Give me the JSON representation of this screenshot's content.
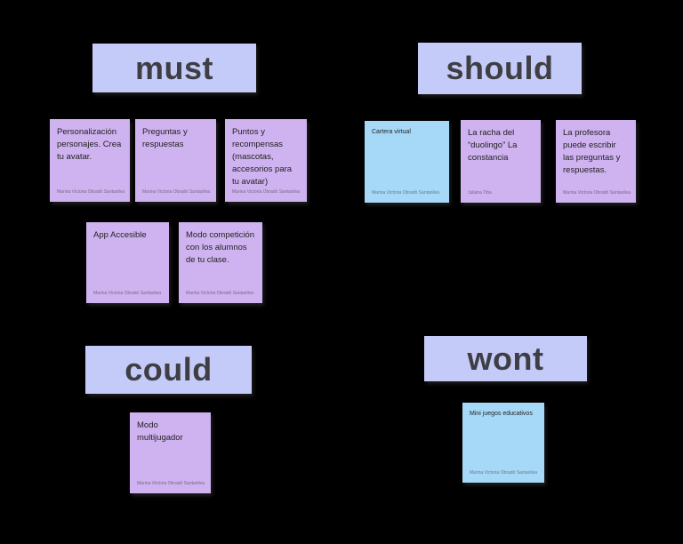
{
  "board": {
    "background_color": "#000000",
    "colors": {
      "header_bg": "#c5cbf8",
      "header_text": "#3e3e44",
      "purple_note": "#cfb3f0",
      "blue_note": "#a6d9f8",
      "note_text": "#1f1f1f",
      "author_text": "#77778a"
    }
  },
  "sections": [
    {
      "label": "must",
      "notes": [
        {
          "text": "Personalización personajes. Crea tu avatar.",
          "author": "Marina Victoria Obradó Santaoliva",
          "color": "purple"
        },
        {
          "text": "Preguntas y respuestas",
          "author": "Marina Victoria Obradó Santaoliva",
          "color": "purple"
        },
        {
          "text": "Puntos y recompensas (mascotas, accesorios para tu avatar)",
          "author": "Marina Victoria Obradó Santaoliva",
          "color": "purple"
        },
        {
          "text": "App Accesible",
          "author": "Marina Victoria Obradó Santaoliva",
          "color": "purple"
        },
        {
          "text": "Modo competición con los alumnos de tu clase.",
          "author": "Marina Victoria Obradó Santaoliva",
          "color": "purple"
        }
      ]
    },
    {
      "label": "should",
      "notes": [
        {
          "text": "Cartera virtual",
          "author": "Marina Victoria Obradó Santaoliva",
          "color": "blue"
        },
        {
          "text": "La racha del “duolingo” La constancia",
          "author": "Juliana Tiba",
          "color": "purple"
        },
        {
          "text": "La profesora puede escribir las preguntas y respuestas.",
          "author": "Marina Victoria Obradó Santaoliva",
          "color": "purple"
        }
      ]
    },
    {
      "label": "could",
      "notes": [
        {
          "text": "Modo multijugador",
          "author": "Marina Victoria Obradó Santaoliva",
          "color": "purple"
        }
      ]
    },
    {
      "label": "wont",
      "notes": [
        {
          "text": "Mini juegos educativos",
          "author": "Marina Victoria Obradó Santaoliva",
          "color": "blue"
        }
      ]
    }
  ]
}
